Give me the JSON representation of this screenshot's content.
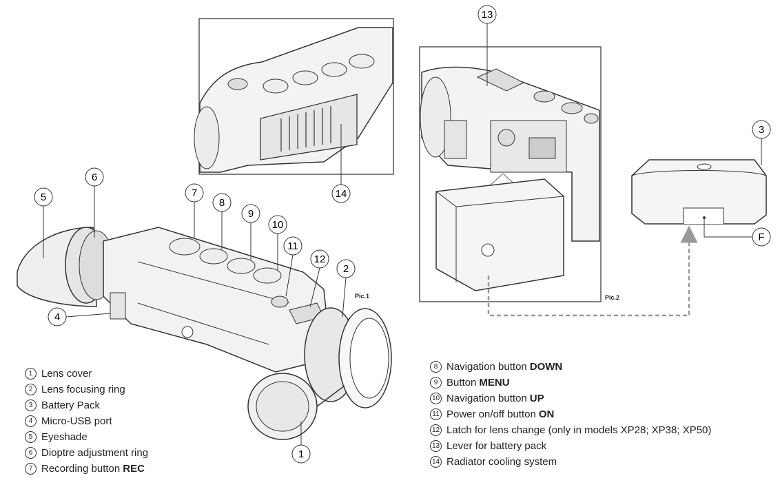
{
  "figures": {
    "pic1_label": "Pic.1",
    "pic2_label": "Pic.2"
  },
  "callouts": [
    "1",
    "2",
    "3",
    "4",
    "5",
    "6",
    "7",
    "8",
    "9",
    "10",
    "11",
    "12",
    "13",
    "14",
    "F"
  ],
  "legend_left": [
    {
      "num": "1",
      "text": "Lens cover",
      "bold": ""
    },
    {
      "num": "2",
      "text": "Lens focusing ring",
      "bold": ""
    },
    {
      "num": "3",
      "text": "Battery Pack",
      "bold": ""
    },
    {
      "num": "4",
      "text": "Micro-USB port",
      "bold": ""
    },
    {
      "num": "5",
      "text": "Eyeshade",
      "bold": ""
    },
    {
      "num": "6",
      "text": "Dioptre adjustment ring",
      "bold": ""
    },
    {
      "num": "7",
      "text": "Recording button",
      "bold": "REC"
    }
  ],
  "legend_right": [
    {
      "num": "8",
      "text": "Navigation button",
      "bold": "DOWN"
    },
    {
      "num": "9",
      "text": "Button",
      "bold": "MENU"
    },
    {
      "num": "10",
      "text": "Navigation button",
      "bold": "UP"
    },
    {
      "num": "11",
      "text": "Power on/off button",
      "bold": "ON"
    },
    {
      "num": "12",
      "text": "Latch for lens change (only in models XP28; XP38; XP50)",
      "bold": ""
    },
    {
      "num": "13",
      "text": "Lever for battery pack",
      "bold": ""
    },
    {
      "num": "14",
      "text": "Radiator cooling system",
      "bold": ""
    }
  ],
  "colors": {
    "line": "#333333",
    "dashed": "#999999",
    "frame": "#555555"
  }
}
